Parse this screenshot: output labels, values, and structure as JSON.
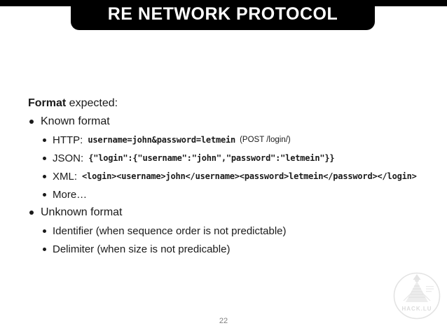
{
  "slide": {
    "title": "RE NETWORK PROTOCOL",
    "page_number": "22"
  },
  "content": {
    "intro": {
      "bold": "Format",
      "rest": " expected:"
    },
    "known": {
      "label": "Known format",
      "items": [
        {
          "label": "HTTP:",
          "code": "username=john&password=letmein",
          "note": "(POST /login/)"
        },
        {
          "label": "JSON:",
          "code": "{\"login\":{\"username\":\"john\",\"password\":\"letmein\"}}"
        },
        {
          "label": "XML:",
          "code": "<login><username>john</username><password>letmein</password></login>"
        },
        {
          "label": "More…"
        }
      ]
    },
    "unknown": {
      "label": "Unknown format",
      "items": [
        {
          "label": "Identifier (when sequence order is not predictable)"
        },
        {
          "label": "Delimiter (when size is not predicable)"
        }
      ]
    }
  },
  "watermark": {
    "text": "HACK.LU"
  },
  "colors": {
    "title_bg": "#000000",
    "title_text": "#ffffff",
    "body_text": "#1a1a1a",
    "page_number": "#808080",
    "watermark": "#e2e2e2"
  }
}
